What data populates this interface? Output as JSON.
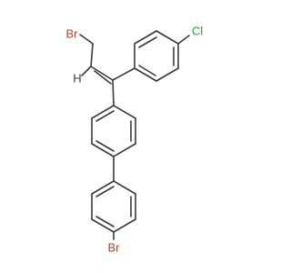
{
  "molecule": {
    "atoms": {
      "br_top": {
        "label": "Br",
        "color": "#a8442a"
      },
      "cl": {
        "label": "Cl",
        "color": "#2e9e2e"
      },
      "h": {
        "label": "H",
        "color": "#3a3a3a"
      },
      "br_bottom": {
        "label": "Br",
        "color": "#a8442a"
      }
    },
    "bond_color": "#3a3a3a"
  }
}
